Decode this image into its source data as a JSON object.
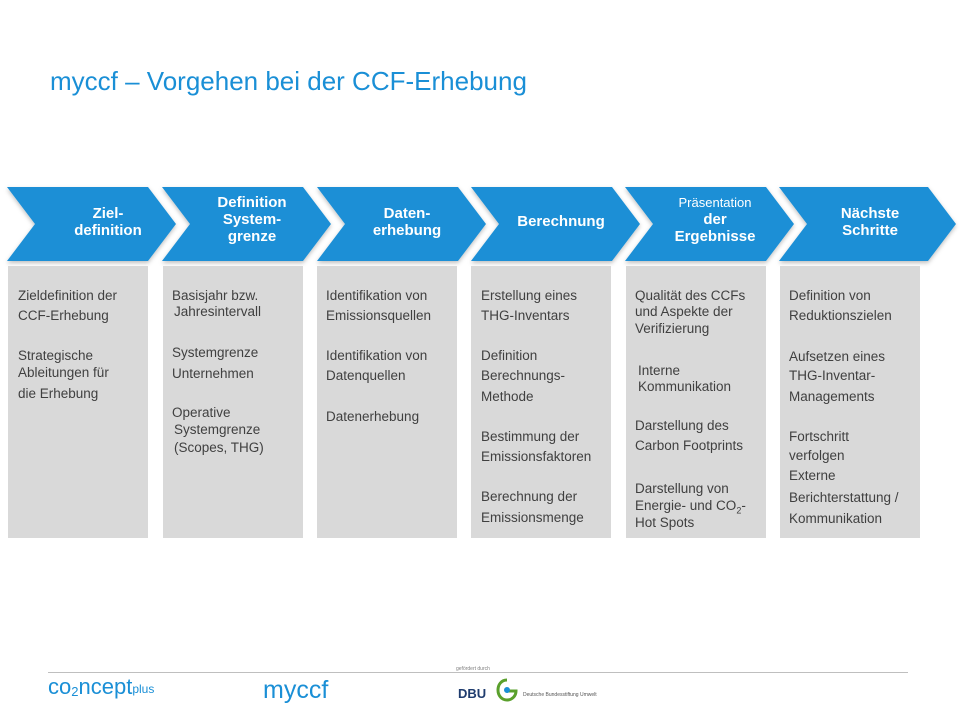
{
  "title": "myccf – Vorgehen bei der CCF-Erhebung",
  "colors": {
    "accent": "#1a8fd6",
    "arrow": "#1a8fd6",
    "box": "#d9d9d9",
    "text": "#404040"
  },
  "steps": [
    {
      "label": [
        "Ziel-",
        "definition"
      ]
    },
    {
      "label": [
        "Definition",
        "System-",
        "grenze"
      ]
    },
    {
      "label": [
        "Daten-",
        "erhebung"
      ]
    },
    {
      "label": [
        "Berechnung"
      ]
    },
    {
      "label": [
        "Präsentation",
        "der",
        "Ergebnisse"
      ]
    },
    {
      "label": [
        "Nächste",
        "Schritte"
      ]
    }
  ],
  "boxes": [
    [
      "Zieldefinition der",
      "CCF-Erhebung",
      "Strategische",
      "Ableitungen für",
      "die Erhebung"
    ],
    [
      "Basisjahr bzw.",
      "Jahresintervall",
      "Systemgrenze",
      "Unternehmen",
      "Operative",
      "Systemgrenze",
      "(Scopes, THG)"
    ],
    [
      "Identifikation von",
      "Emissionsquellen",
      "Identifikation von",
      "Datenquellen",
      "Datenerhebung"
    ],
    [
      "Erstellung eines",
      "THG-Inventars",
      "Definition",
      "Berechnungs-",
      "Methode",
      "Bestimmung der",
      "Emissionsfaktoren",
      "Berechnung der",
      "Emissionsmenge"
    ],
    [
      "Qualität des CCFs",
      "und Aspekte der",
      "Verifizierung",
      "Interne",
      "Kommunikation",
      "Darstellung des",
      "Carbon Footprints",
      "Darstellung von",
      "Energie- und CO",
      "2",
      "-",
      "Hot Spots"
    ],
    [
      "Definition von",
      "Reduktionszielen",
      "Aufsetzen eines",
      "THG-Inventar-",
      "Managements",
      "Fortschritt",
      "verfolgen",
      "Externe",
      "Berichterstattung /",
      "Kommunikation"
    ]
  ],
  "footer": {
    "logo_concept_pre": "co",
    "logo_concept_sub": "2",
    "logo_concept_post": "ncept",
    "logo_concept_plus": "plus",
    "logo_myccf": "myccf",
    "dbu_word": "DBU",
    "dbu_top": "gefördert durch",
    "dbu_sub": "Deutsche Bundesstiftung Umwelt"
  }
}
